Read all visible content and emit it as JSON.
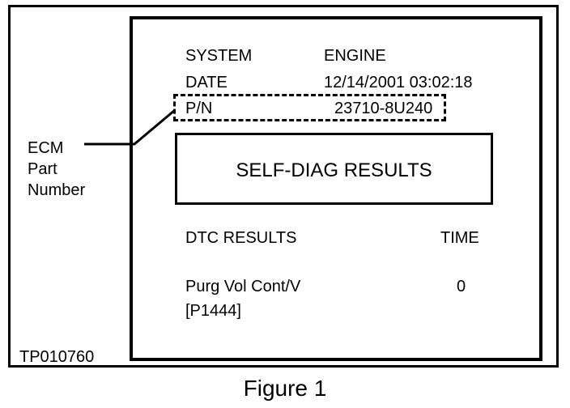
{
  "screen": {
    "system_label": "SYSTEM",
    "system_value": "ENGINE",
    "date_label": "DATE",
    "date_value": "12/14/2001 03:02:18",
    "pn_label": "P/N",
    "pn_value": "23710-8U240",
    "results_title": "SELF-DIAG RESULTS",
    "dtc_header": "DTC RESULTS",
    "time_header": "TIME",
    "dtc_rows": [
      {
        "name": "Purg Vol Cont/V",
        "code": "[P1444]",
        "time": "0"
      }
    ]
  },
  "callout": {
    "line1": "ECM",
    "line2": "Part",
    "line3": "Number"
  },
  "reference_code": "TP010760",
  "caption": "Figure 1"
}
